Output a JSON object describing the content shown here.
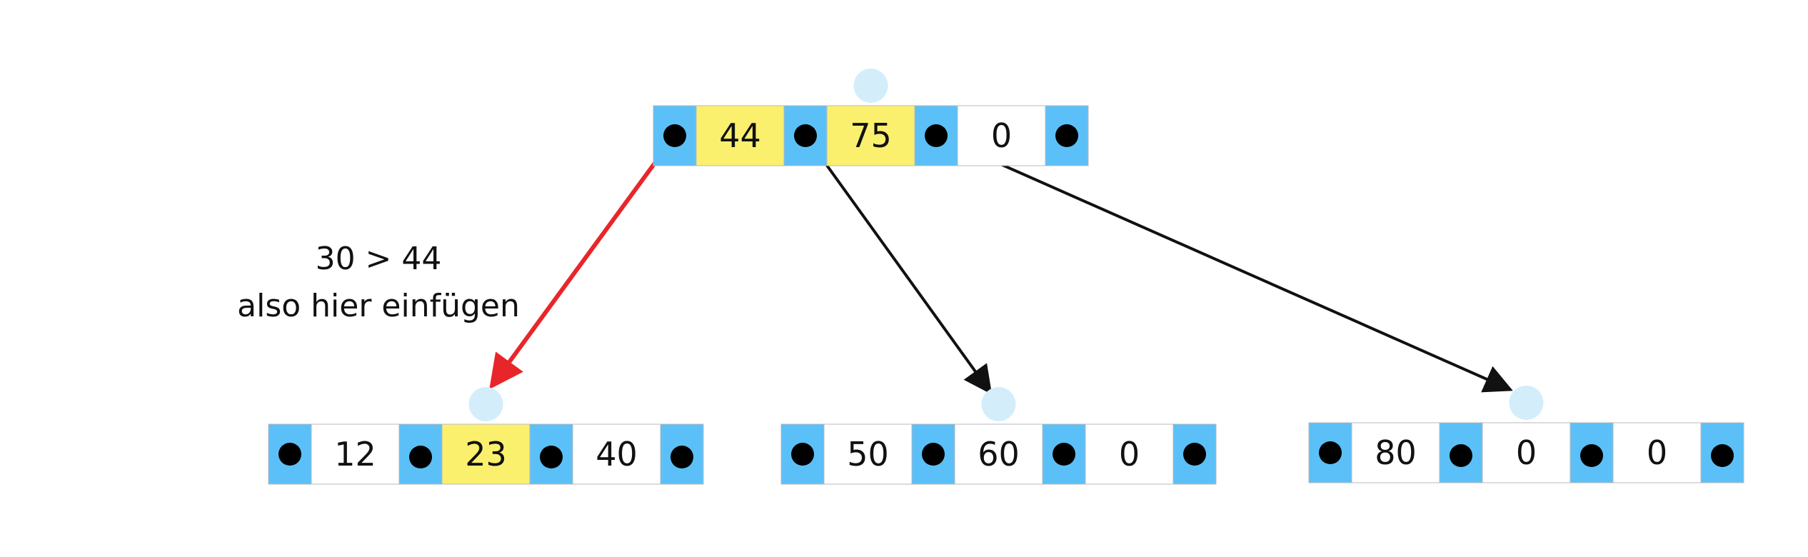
{
  "colors": {
    "pointer_cell": "#5bc0f8",
    "highlight_key": "#fbf06e",
    "empty_key": "#ffffff",
    "cell_border": "#b8b8b8",
    "pointer_dot": "#000000",
    "node_marker": "#d4edfb",
    "insert_arrow": "#e8262a",
    "child_arrow": "#111111"
  },
  "annotation": {
    "line1": "30 > 44",
    "line2": "also hier einfügen"
  },
  "tree": {
    "root": {
      "keys": [
        "44",
        "75",
        "0"
      ],
      "highlighted": [
        true,
        true,
        false
      ]
    },
    "children": [
      {
        "keys": [
          "12",
          "23",
          "40"
        ],
        "highlighted": [
          false,
          true,
          false
        ]
      },
      {
        "keys": [
          "50",
          "60",
          "0"
        ],
        "highlighted": [
          false,
          false,
          false
        ]
      },
      {
        "keys": [
          "80",
          "0",
          "0"
        ],
        "highlighted": [
          false,
          false,
          false
        ]
      }
    ],
    "edges": [
      {
        "from_pointer": 0,
        "to_child": 0,
        "kind": "insert_path"
      },
      {
        "from_pointer": 1,
        "to_child": 1,
        "kind": "normal"
      },
      {
        "from_pointer": 2,
        "to_child": 2,
        "kind": "normal"
      }
    ]
  }
}
